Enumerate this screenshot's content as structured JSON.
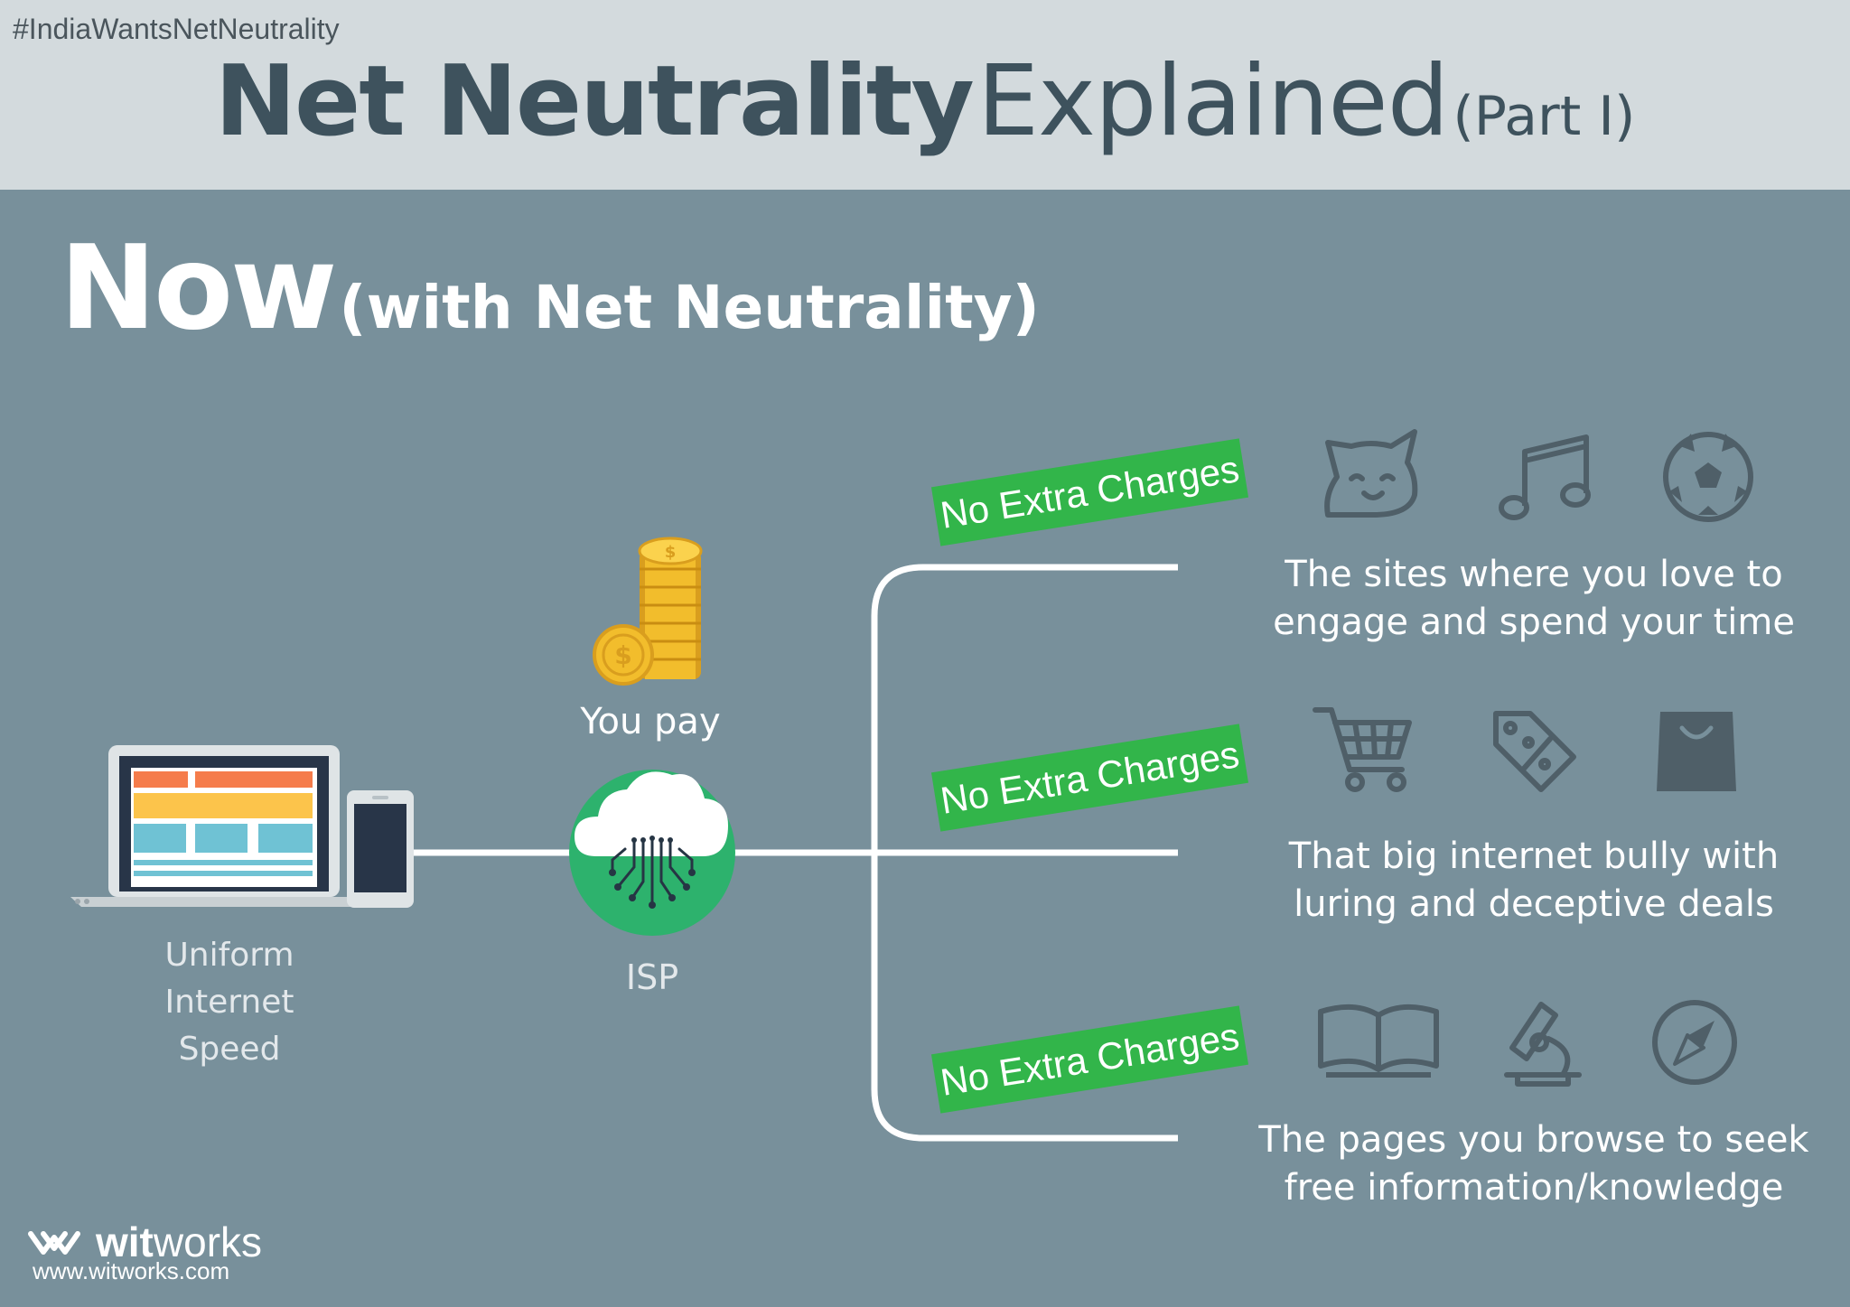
{
  "header": {
    "hashtag": "#IndiaWantsNetNeutrality",
    "title_bold": "Net Neutrality",
    "title_light": "Explained",
    "title_part": "(Part I)"
  },
  "section": {
    "heading": "Now",
    "subheading": "(with Net Neutrality)"
  },
  "user": {
    "label_lines": [
      "Uniform",
      "Internet",
      "Speed"
    ]
  },
  "payment": {
    "label": "You pay"
  },
  "isp": {
    "label": "ISP"
  },
  "branches": [
    {
      "tag": "No Extra Charges",
      "icons": [
        "cat-icon",
        "music-note-icon",
        "soccer-ball-icon"
      ],
      "description_lines": [
        "The sites where you love to",
        "engage and spend your time"
      ]
    },
    {
      "tag": "No Extra Charges",
      "icons": [
        "shopping-cart-icon",
        "discount-tag-icon",
        "shopping-bag-icon"
      ],
      "description_lines": [
        "That big internet bully with",
        "luring and deceptive  deals"
      ]
    },
    {
      "tag": "No Extra Charges",
      "icons": [
        "open-book-icon",
        "microscope-icon",
        "compass-icon"
      ],
      "description_lines": [
        "The pages you browse to seek",
        "free information/knowledge"
      ]
    }
  ],
  "brand": {
    "name_bold": "wit",
    "name_light": "works",
    "url": "www.witworks.com"
  },
  "colors": {
    "background": "#78909b",
    "header_bg": "#d3dadd",
    "title": "#3e525d",
    "tag_green": "#32b54a",
    "isp_green": "#2db26d",
    "icon_gray": "#4f5f68"
  }
}
